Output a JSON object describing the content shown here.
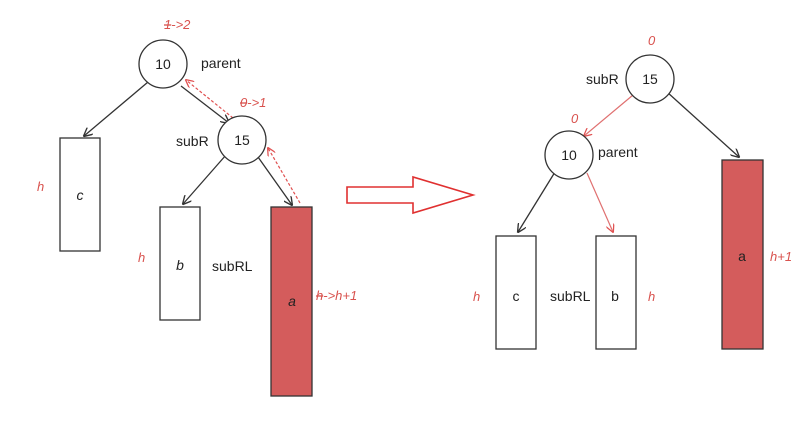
{
  "colors": {
    "red_box": "#d45c5c",
    "annotation": "#d9534f",
    "outline": "#333333",
    "arrow_red": "#e07070"
  },
  "left": {
    "parent": {
      "value": "10",
      "name": "parent",
      "bf_old": "1",
      "bf_new": "->2"
    },
    "subR": {
      "value": "15",
      "name": "subR",
      "bf_old": "0",
      "bf_new": "->1"
    },
    "c_box": {
      "letter": "c",
      "height_label": "h"
    },
    "b_box": {
      "letter": "b",
      "height_label": "h",
      "name": "subRL"
    },
    "a_box": {
      "letter": "a",
      "height_old": "h",
      "height_new": "->h+1"
    }
  },
  "right": {
    "subR": {
      "value": "15",
      "name": "subR",
      "bf": "0"
    },
    "parent": {
      "value": "10",
      "name": "parent",
      "bf": "0"
    },
    "c_box": {
      "letter": "c",
      "height_label": "h"
    },
    "b_box": {
      "letter": "b",
      "height_label": "h",
      "name": "subRL"
    },
    "a_box": {
      "letter": "a",
      "height_label": "h+1"
    }
  },
  "icons": {
    "transform_arrow": "right-arrow-icon"
  }
}
